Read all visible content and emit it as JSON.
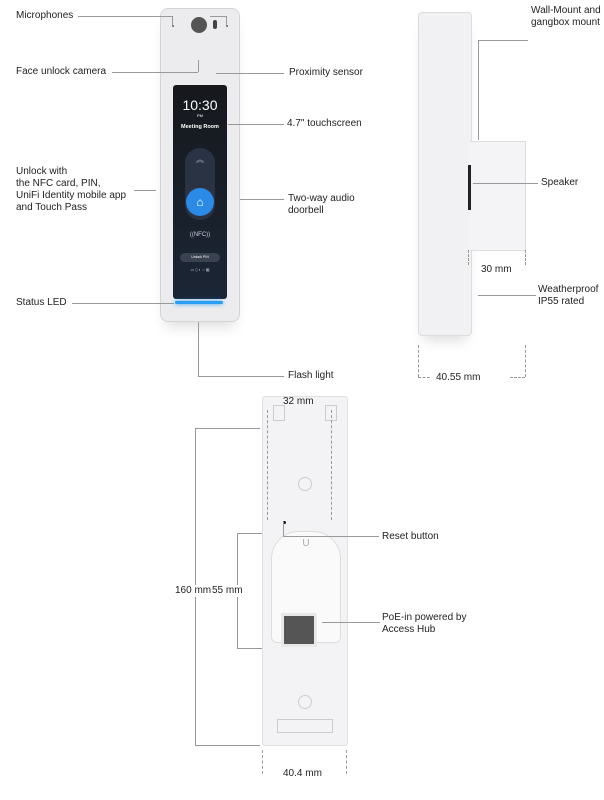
{
  "front": {
    "labels": {
      "microphones": "Microphones",
      "camera": "Face unlock camera",
      "proximity": "Proximity sensor",
      "touchscreen": "4.7\" touchscreen",
      "unlock": [
        "Unlock with",
        "the NFC card, PIN,",
        "UniFi Identity mobile app",
        "and Touch Pass"
      ],
      "doorbell": [
        "Two-way audio",
        "doorbell"
      ],
      "status_led": "Status LED",
      "flash": "Flash light"
    },
    "screen": {
      "time": "10:30",
      "ampm": "PM",
      "room": "Meeting Room",
      "nfc": "((NFC))",
      "unlock_pin": "Unlock PIN"
    },
    "led_color": "#2a9df4"
  },
  "side": {
    "labels": {
      "mount": [
        "Wall-Mount and",
        "gangbox mount"
      ],
      "speaker": "Speaker",
      "depth": "30 mm",
      "weather": [
        "Weatherproof",
        "IP55 rated"
      ],
      "width": "40.55 mm"
    }
  },
  "back": {
    "labels": {
      "top_width": "32 mm",
      "height": "160 mm",
      "inner_height": "55 mm",
      "reset": "Reset button",
      "poe": [
        "PoE-in powered by",
        "Access Hub"
      ],
      "width": "40.4 mm"
    }
  }
}
